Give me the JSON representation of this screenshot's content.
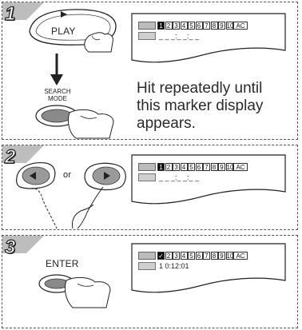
{
  "steps": [
    {
      "number": "1",
      "play_label": "PLAY",
      "search_label_line1": "SEARCH",
      "search_label_line2": "MODE",
      "note": [
        "Hit repeatedly until",
        "this marker display",
        "appears."
      ],
      "osd": {
        "markers": [
          "1",
          "2",
          "3",
          "4",
          "5",
          "6",
          "7",
          "8",
          "9",
          "10"
        ],
        "selected_index": 0,
        "ac": "AC",
        "time": "_ _ _:_ _:_ _"
      }
    },
    {
      "number": "2",
      "or_label": "or",
      "osd": {
        "markers": [
          "1",
          "2",
          "3",
          "4",
          "5",
          "6",
          "7",
          "8",
          "9",
          "10"
        ],
        "selected_index": 0,
        "ac": "AC",
        "time": "_ _ _:_ _:_ _"
      }
    },
    {
      "number": "3",
      "enter_label": "ENTER",
      "osd": {
        "markers": [
          "✓",
          "2",
          "3",
          "4",
          "5",
          "6",
          "7",
          "8",
          "9",
          "10"
        ],
        "selected_index": 0,
        "ac": "AC",
        "time": "1  0:12:01"
      }
    }
  ],
  "icons": {
    "play": "play-triangle-icon",
    "arrow": "down-arrow-icon",
    "hand": "pointing-hand-icon",
    "left": "left-arrow-icon",
    "right": "right-arrow-icon"
  }
}
